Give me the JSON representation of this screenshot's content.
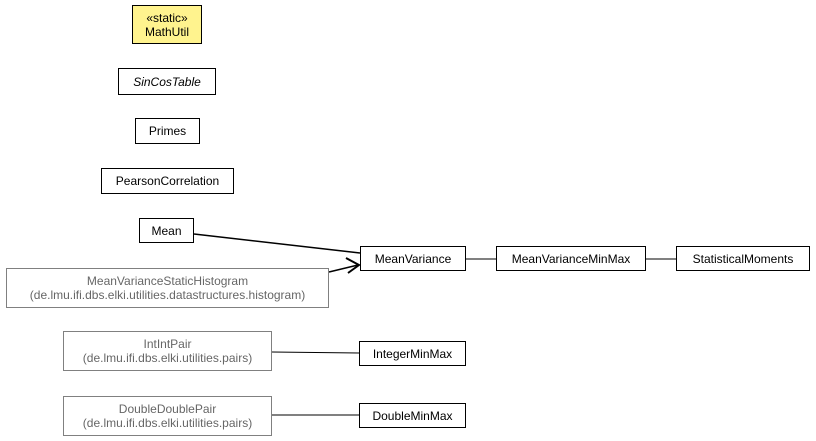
{
  "diagram": {
    "nodes": {
      "mathutil": {
        "stereotype": "«static»",
        "name": "MathUtil"
      },
      "sincostable": {
        "name": "SinCosTable"
      },
      "primes": {
        "name": "Primes"
      },
      "pearson": {
        "name": "PearsonCorrelation"
      },
      "mean": {
        "name": "Mean"
      },
      "mvsh": {
        "name": "MeanVarianceStaticHistogram",
        "package": "(de.lmu.ifi.dbs.elki.utilities.datastructures.histogram)"
      },
      "meanvariance": {
        "name": "MeanVariance"
      },
      "mvminmax": {
        "name": "MeanVarianceMinMax"
      },
      "statmoments": {
        "name": "StatisticalMoments"
      },
      "intintpair": {
        "name": "IntIntPair",
        "package": "(de.lmu.ifi.dbs.elki.utilities.pairs)"
      },
      "integerminmax": {
        "name": "IntegerMinMax"
      },
      "doubledoublepair": {
        "name": "DoubleDoublePair",
        "package": "(de.lmu.ifi.dbs.elki.utilities.pairs)"
      },
      "doubleminmax": {
        "name": "DoubleMinMax"
      }
    },
    "edges": [
      {
        "from": "Mean",
        "to": "MeanVariance",
        "type": "association"
      },
      {
        "from": "MeanVarianceStaticHistogram",
        "to": "MeanVariance",
        "type": "navigable-association"
      },
      {
        "from": "MeanVariance",
        "to": "MeanVarianceMinMax",
        "type": "association"
      },
      {
        "from": "MeanVarianceMinMax",
        "to": "StatisticalMoments",
        "type": "association"
      },
      {
        "from": "IntIntPair",
        "to": "IntegerMinMax",
        "type": "association"
      },
      {
        "from": "DoubleDoublePair",
        "to": "DoubleMinMax",
        "type": "association"
      }
    ]
  }
}
